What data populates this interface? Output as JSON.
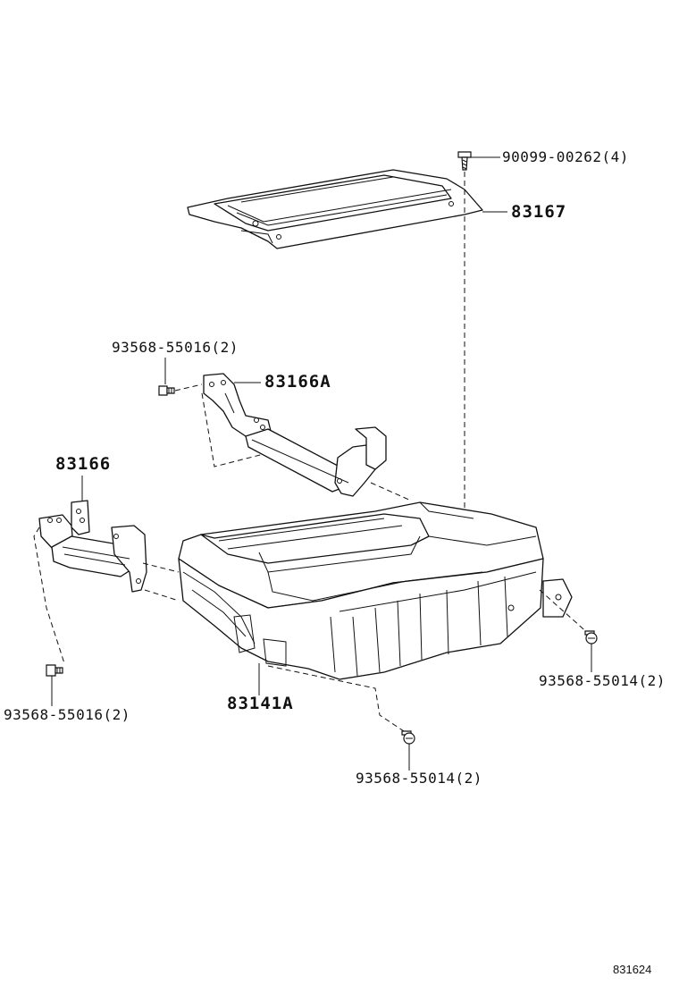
{
  "callouts": {
    "screw_top": "90099-00262(4)",
    "cover": "83167",
    "bolt_upper_left": "93568-55016(2)",
    "bracket_a": "83166A",
    "bracket": "83166",
    "box": "83141A",
    "bolt_lower_left": "93568-55016(2)",
    "bolt_right": "93568-55014(2)",
    "bolt_bottom": "93568-55014(2)"
  },
  "figure_id": "831624"
}
